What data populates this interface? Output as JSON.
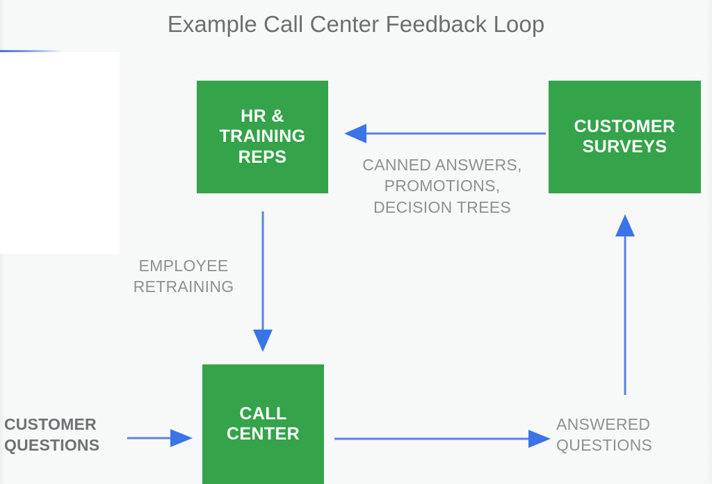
{
  "title": "Example Call Center Feedback Loop",
  "colors": {
    "background": "#f7f8f8",
    "box_green": "#34a34a",
    "box_text": "#ffffff",
    "arrow_blue": "#4a7be8",
    "label_gray": "#8e9091",
    "title_gray": "#6e6e6e",
    "bold_label_gray": "#6f7172"
  },
  "diagram": {
    "type": "flowchart",
    "nodes": [
      {
        "id": "hr-training-reps",
        "label": "HR &\nTRAINING\nREPS",
        "shape": "rectangle",
        "fill": "#34a34a"
      },
      {
        "id": "customer-surveys",
        "label": "CUSTOMER\nSURVEYS",
        "shape": "rectangle",
        "fill": "#34a34a"
      },
      {
        "id": "call-center",
        "label": "CALL\nCENTER",
        "shape": "rectangle",
        "fill": "#34a34a"
      }
    ],
    "external_labels": [
      {
        "id": "customer-questions",
        "label": "CUSTOMER\nQUESTIONS",
        "emphasis": "bold"
      },
      {
        "id": "answered-questions",
        "label": "ANSWERED\nQUESTIONS",
        "emphasis": "normal"
      }
    ],
    "edges": [
      {
        "id": "surveys-to-hr",
        "from": "customer-surveys",
        "to": "hr-training-reps",
        "direction": "left",
        "label": "CANNED ANSWERS,\nPROMOTIONS,\nDECISION TREES"
      },
      {
        "id": "hr-to-call-center",
        "from": "hr-training-reps",
        "to": "call-center",
        "direction": "down",
        "label": "EMPLOYEE\nRETRAINING"
      },
      {
        "id": "questions-to-call-center",
        "from": "customer-questions",
        "to": "call-center",
        "direction": "right",
        "label": ""
      },
      {
        "id": "call-center-to-answered",
        "from": "call-center",
        "to": "answered-questions",
        "direction": "right",
        "label": ""
      },
      {
        "id": "answered-to-surveys",
        "from": "answered-questions",
        "to": "customer-surveys",
        "direction": "up",
        "label": ""
      }
    ]
  }
}
